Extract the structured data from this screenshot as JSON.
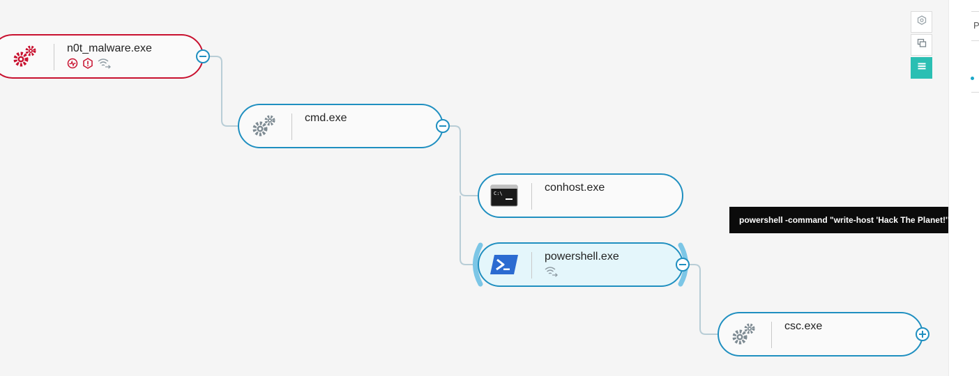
{
  "colors": {
    "accent": "#1f8fc0",
    "root_border": "#c8102e",
    "selected_bg": "#e4f6fb",
    "toolbar_active": "#2bbfb3",
    "tooltip_bg": "#0b0b0b"
  },
  "nodes": [
    {
      "name": "n0t_malware.exe",
      "icon": "gears-red-icon",
      "badges": [
        "activity-icon",
        "hexagon-alert-icon",
        "network-icon"
      ],
      "toggle": "collapse"
    },
    {
      "name": "cmd.exe",
      "icon": "gears-gray-icon",
      "badges": [],
      "toggle": "collapse"
    },
    {
      "name": "conhost.exe",
      "icon": "console-icon",
      "badges": [],
      "toggle": "none"
    },
    {
      "name": "powershell.exe",
      "icon": "powershell-icon",
      "badges": [
        "network-icon"
      ],
      "toggle": "collapse"
    },
    {
      "name": "csc.exe",
      "icon": "gears-gray-icon",
      "badges": [],
      "toggle": "expand"
    }
  ],
  "tooltip": {
    "text": "powershell -command \"write-host 'Hack The Planet!'\""
  },
  "toolbar": {
    "buttons": [
      {
        "icon": "hexagon-icon",
        "active": false
      },
      {
        "icon": "copy-icon",
        "active": false
      },
      {
        "icon": "list-icon",
        "active": true
      }
    ]
  },
  "right_panel": {
    "letter": "P"
  }
}
